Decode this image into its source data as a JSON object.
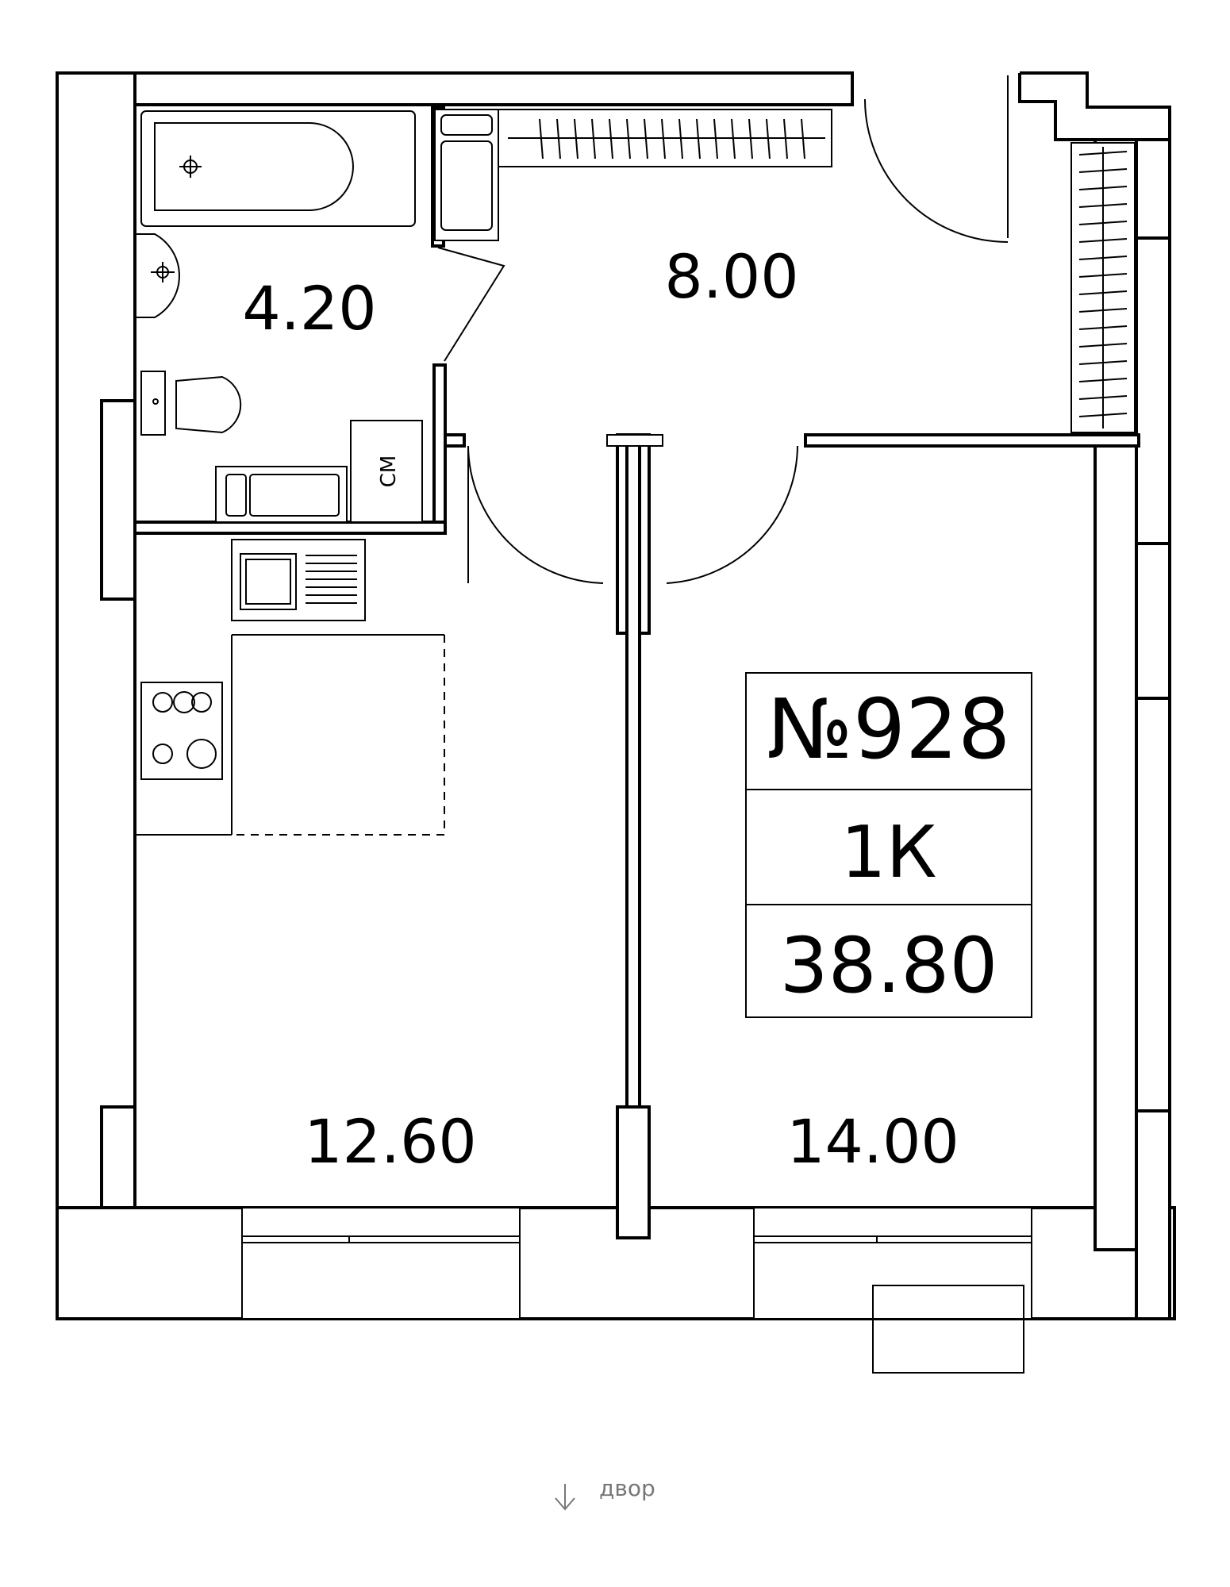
{
  "rooms": {
    "bathroom": {
      "area": "4.20"
    },
    "hallway": {
      "area": "8.00"
    },
    "kitchen": {
      "area": "12.60"
    },
    "bedroom": {
      "area": "14.00"
    }
  },
  "labels": {
    "washing_machine": "СМ"
  },
  "apartment": {
    "number": "№928",
    "type": "1К",
    "total_area": "38.80"
  },
  "orientation": {
    "label": "двор",
    "icon": "arrow-down-icon"
  },
  "colors": {
    "lines": "#000000",
    "background": "#ffffff",
    "orientation_text": "#777777"
  }
}
